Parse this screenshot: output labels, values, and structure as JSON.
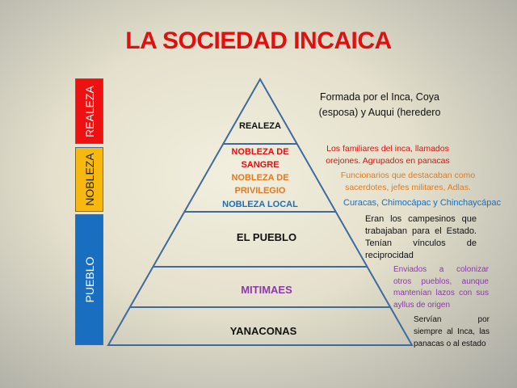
{
  "title": "LA SOCIEDAD INCAICA",
  "side_bars": [
    {
      "label": "REALEZA",
      "color": "#ee1111",
      "text_color": "#ffffff"
    },
    {
      "label": "NOBLEZA",
      "color": "#f7b810",
      "text_color": "#222222"
    },
    {
      "label": "PUEBLO",
      "color": "#1a6ec0",
      "text_color": "#ffffff"
    }
  ],
  "pyramid": {
    "realeza": "REALEZA",
    "nobleza_sangre": [
      "NOBLEZA DE",
      "SANGRE"
    ],
    "nobleza_privilegio": [
      "NOBLEZA DE",
      "PRIVILEGIO"
    ],
    "nobleza_local": "NOBLEZA LOCAL",
    "pueblo": "EL PUEBLO",
    "mitimaes": "MITIMAES",
    "yanaconas": "YANACONAS"
  },
  "notes": {
    "realeza": [
      "Formada por el Inca, Coya",
      "(esposa) y Auqui (heredero"
    ],
    "sangre": [
      "Los familiares del inca, llamados",
      "orejones. Agrupados en panacas"
    ],
    "privilegio": [
      "Funcionarios que destacaban como",
      "sacerdotes, jefes militares, Adlas."
    ],
    "local": "Curacas, Chimocápac y Chinchaycápac",
    "pueblo": [
      "Eran los campesinos que",
      "trabajaban para el Estado.",
      "Tenían vínculos de",
      "reciprocidad"
    ],
    "mitimaes": [
      "Enviados a colonizar",
      "otros pueblos, aunque",
      "mantenían lazos con sus",
      "ayllus de origen"
    ],
    "yanaconas": [
      "Servían por",
      "siempre al Inca, las",
      "panacas o al estado"
    ]
  },
  "colors": {
    "red": "#e01010",
    "orange": "#e07a20",
    "blue": "#1a6ec0",
    "purple": "#8a3aa8",
    "line": "#3e6a9e"
  }
}
